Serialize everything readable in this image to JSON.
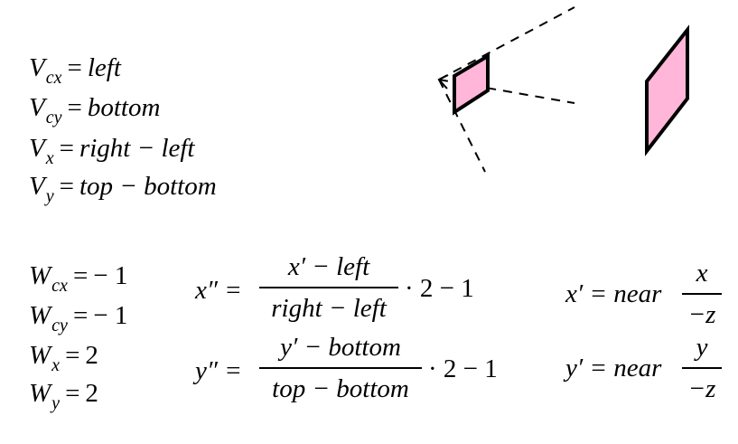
{
  "viewport_equations": [
    {
      "sym": "V",
      "sub": "cx",
      "op": "=",
      "rhs": "left"
    },
    {
      "sym": "V",
      "sub": "cy",
      "op": "=",
      "rhs": "bottom"
    },
    {
      "sym": "V",
      "sub": "x",
      "op": "=",
      "rhs": "right − left"
    },
    {
      "sym": "V",
      "sub": "y",
      "op": "=",
      "rhs": "top − bottom"
    }
  ],
  "window_equations": [
    {
      "sym": "W",
      "sub": "cx",
      "op": "=",
      "rhs": "− 1"
    },
    {
      "sym": "W",
      "sub": "cy",
      "op": "=",
      "rhs": "− 1"
    },
    {
      "sym": "W",
      "sub": "x",
      "op": "=",
      "rhs": "2"
    },
    {
      "sym": "W",
      "sub": "y",
      "op": "=",
      "rhs": "2"
    }
  ],
  "ndc_formulas": {
    "x": {
      "lhs": "x″ =",
      "num": "x′ − left",
      "den": "right − left",
      "tail": "· 2 − 1"
    },
    "y": {
      "lhs": "y″ =",
      "num": "y′ − bottom",
      "den": "top − bottom",
      "tail": "· 2 − 1"
    }
  },
  "projection_formulas": {
    "x": {
      "lhs": "x′ = near",
      "num": "x",
      "den": "−z"
    },
    "y": {
      "lhs": "y′ = near",
      "num": "y",
      "den": "−z"
    }
  },
  "colors": {
    "plane_fill": "#ffb6d9",
    "stroke": "#000000"
  }
}
